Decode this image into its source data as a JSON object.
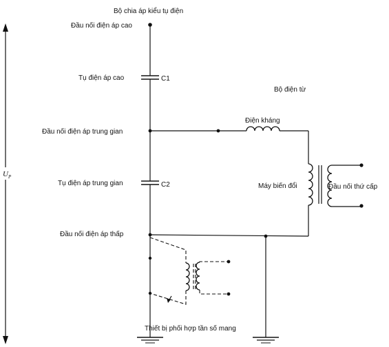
{
  "diagram": {
    "title": "Bộ chia áp kiểu tụ điện",
    "labels": {
      "high_voltage_terminal": "Đầu nối điện áp cao",
      "hv_capacitor": "Tụ điện áp cao",
      "c1": "C1",
      "electromagnetic_unit": "Bộ điện từ",
      "intermediate_terminal": "Đầu nối điện áp trung gian",
      "reactor": "Điện kháng",
      "intermediate_capacitor": "Tụ điện áp trung gian",
      "c2": "C2",
      "transformer": "Máy biến đổi",
      "secondary_terminal": "Đầu nối thứ cấp",
      "low_voltage_terminal": "Đầu nối điện áp thấp",
      "carrier_coupling": "Thiết bị phối hợp tần số mang",
      "voltage_symbol": "U",
      "voltage_subscript": "P"
    }
  }
}
